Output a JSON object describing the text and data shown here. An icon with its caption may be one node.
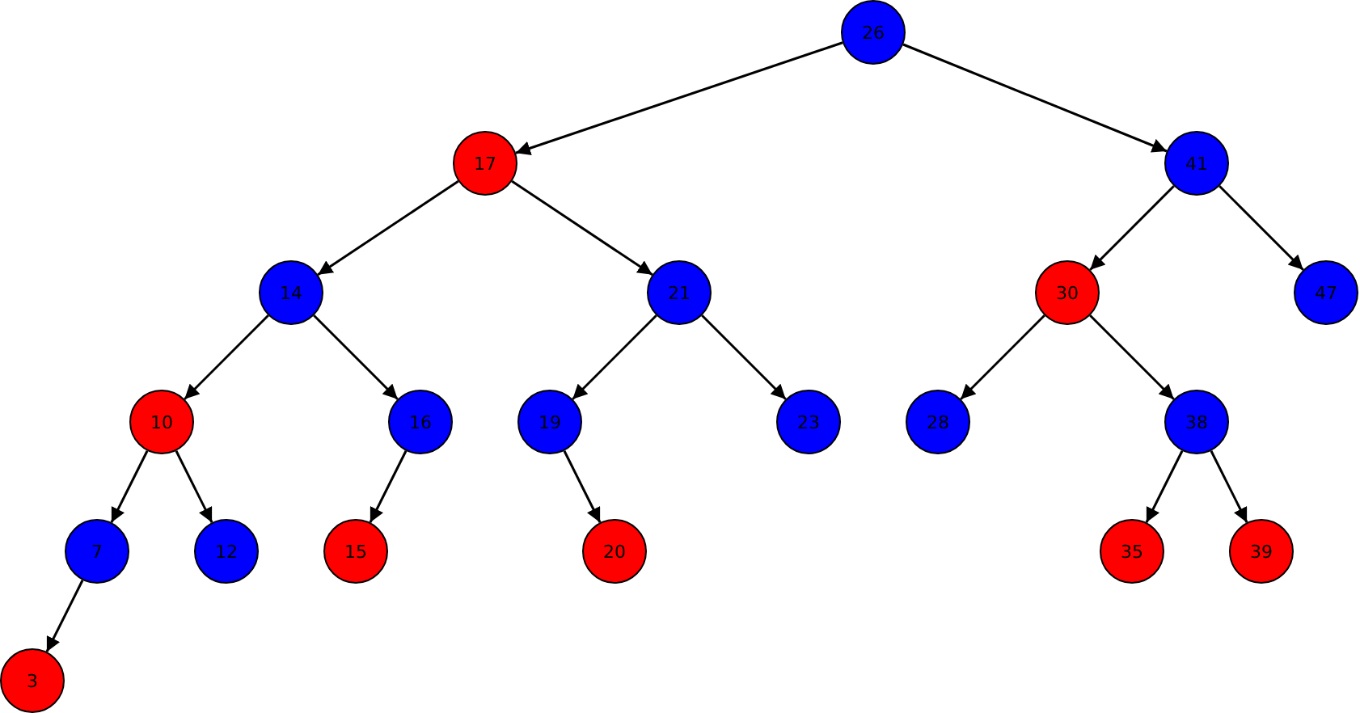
{
  "diagram": {
    "nodes": [
      {
        "text": [
          "26"
        ]
      },
      {
        "text": [
          "17"
        ]
      },
      {
        "text": [
          "41"
        ]
      },
      {
        "text": [
          "14"
        ]
      },
      {
        "text": [
          "21"
        ]
      },
      {
        "text": [
          "30"
        ]
      },
      {
        "text": [
          "47"
        ]
      },
      {
        "text": [
          "10"
        ]
      },
      {
        "text": [
          "16"
        ]
      },
      {
        "text": [
          "19"
        ]
      },
      {
        "text": [
          "23"
        ]
      },
      {
        "text": [
          "28"
        ]
      },
      {
        "text": [
          "38"
        ]
      },
      {
        "text": [
          "7"
        ]
      },
      {
        "text": [
          "12"
        ]
      },
      {
        "text": [
          "15"
        ]
      },
      {
        "text": [
          "20"
        ]
      },
      {
        "text": [
          "35"
        ]
      },
      {
        "text": [
          "39"
        ]
      },
      {
        "text": [
          "3"
        ]
      }
    ],
    "edges": [
      {
        "from": 0,
        "to": 1,
        "arrow": "to"
      },
      {
        "from": 0,
        "to": 2,
        "arrow": "to"
      },
      {
        "from": 1,
        "to": 3,
        "arrow": "to"
      },
      {
        "from": 1,
        "to": 4,
        "arrow": "to"
      },
      {
        "from": 2,
        "to": 5,
        "arrow": "to"
      },
      {
        "from": 2,
        "to": 6,
        "arrow": "to"
      },
      {
        "from": 3,
        "to": 7,
        "arrow": "to"
      },
      {
        "from": 3,
        "to": 8,
        "arrow": "to"
      },
      {
        "from": 4,
        "to": 9,
        "arrow": "to"
      },
      {
        "from": 4,
        "to": 10,
        "arrow": "to"
      },
      {
        "from": 5,
        "to": 11,
        "arrow": "to"
      },
      {
        "from": 5,
        "to": 12,
        "arrow": "to"
      },
      {
        "from": 7,
        "to": 13,
        "arrow": "to"
      },
      {
        "from": 7,
        "to": 14,
        "arrow": "to"
      },
      {
        "from": 8,
        "to": 15,
        "arrow": "to"
      },
      {
        "from": 9,
        "to": 16,
        "arrow": "to"
      },
      {
        "from": 12,
        "to": 17,
        "arrow": "to"
      },
      {
        "from": 12,
        "to": 18,
        "arrow": "to"
      },
      {
        "from": 13,
        "to": 19,
        "arrow": "to"
      }
    ]
  }
}
